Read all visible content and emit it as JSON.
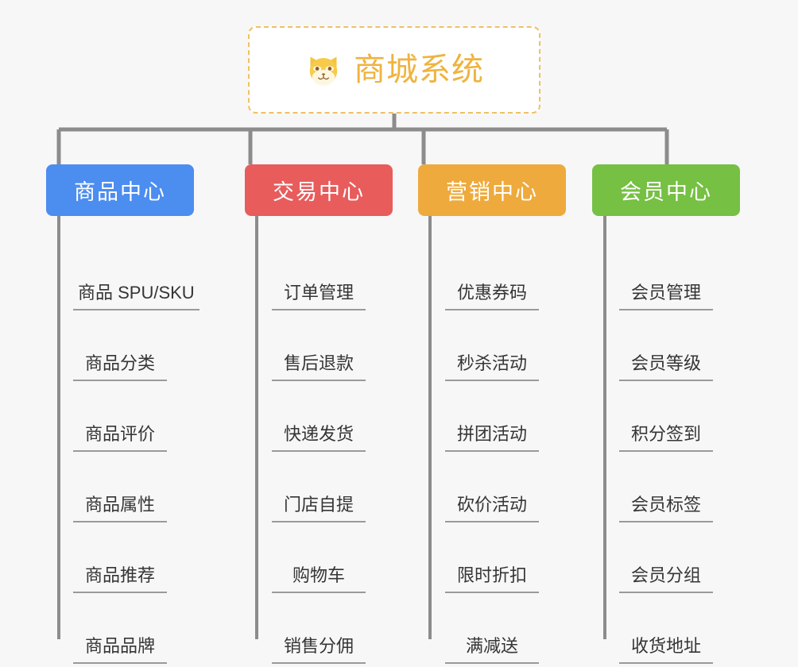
{
  "page": {
    "background_color": "#f7f7f7",
    "type": "mindmap"
  },
  "root": {
    "label": "商城系统",
    "icon": "shiba-dog-icon",
    "text_color": "#efb33f",
    "border_color": "#f0c064",
    "background_color": "#ffffff"
  },
  "connector": {
    "color": "#8c8c8c"
  },
  "branches": [
    {
      "label": "商品中心",
      "color": "#4c8df0",
      "items": [
        {
          "label": "商品 SPU/SKU"
        },
        {
          "label": "商品分类"
        },
        {
          "label": "商品评价"
        },
        {
          "label": "商品属性"
        },
        {
          "label": "商品推荐"
        },
        {
          "label": "商品品牌"
        }
      ]
    },
    {
      "label": "交易中心",
      "color": "#e85c5c",
      "items": [
        {
          "label": "订单管理"
        },
        {
          "label": "售后退款"
        },
        {
          "label": "快递发货"
        },
        {
          "label": "门店自提"
        },
        {
          "label": "购物车"
        },
        {
          "label": "销售分佣"
        }
      ]
    },
    {
      "label": "营销中心",
      "color": "#eeaa3c",
      "items": [
        {
          "label": "优惠券码"
        },
        {
          "label": "秒杀活动"
        },
        {
          "label": "拼团活动"
        },
        {
          "label": "砍价活动"
        },
        {
          "label": "限时折扣"
        },
        {
          "label": "满减送"
        }
      ]
    },
    {
      "label": "会员中心",
      "color": "#76c043",
      "items": [
        {
          "label": "会员管理"
        },
        {
          "label": "会员等级"
        },
        {
          "label": "积分签到"
        },
        {
          "label": "会员标签"
        },
        {
          "label": "会员分组"
        },
        {
          "label": "收货地址"
        }
      ]
    }
  ]
}
